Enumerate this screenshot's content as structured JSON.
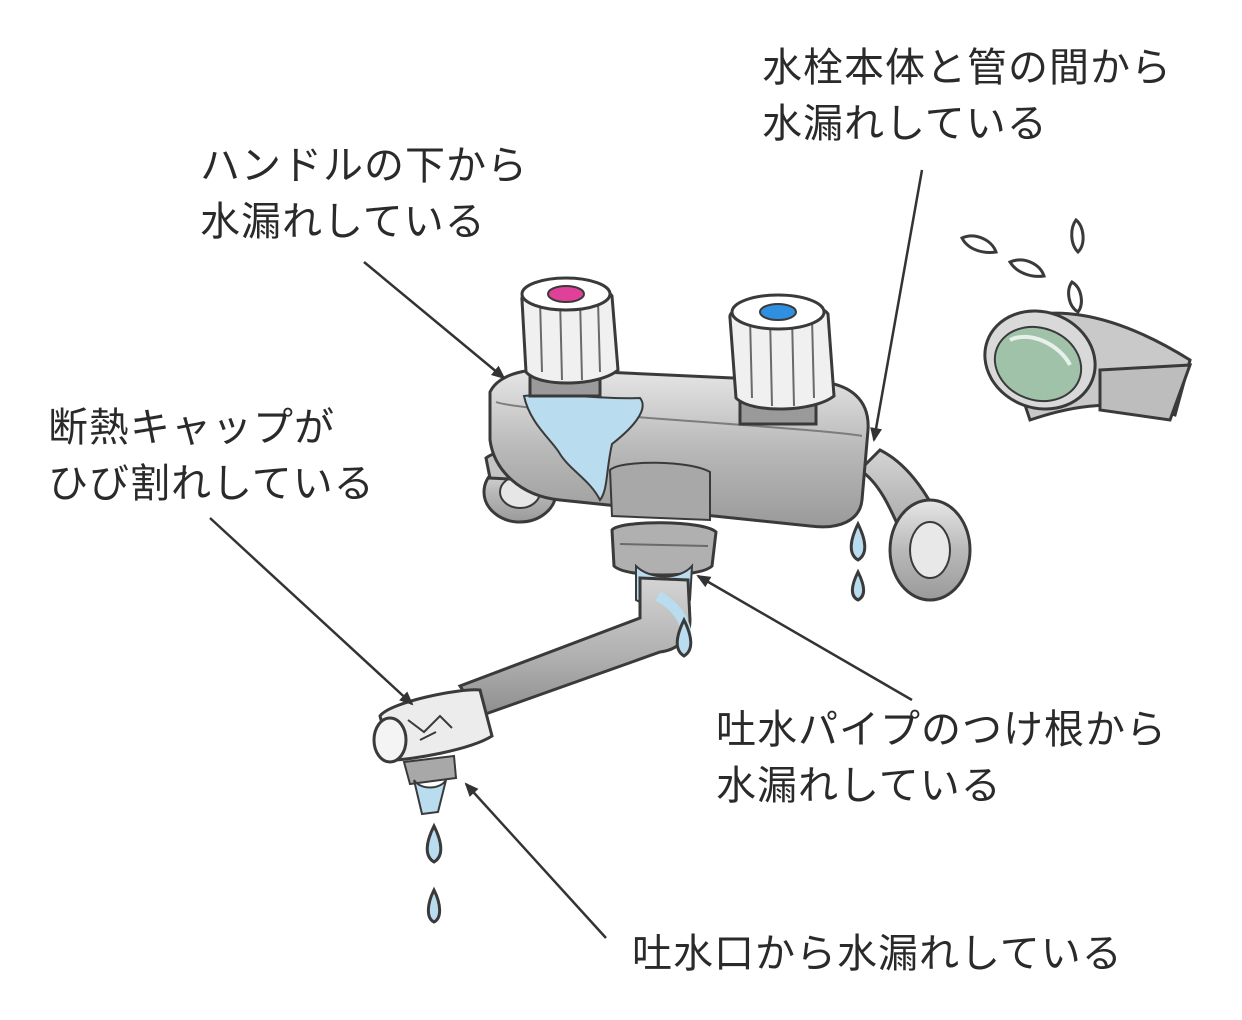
{
  "labels": {
    "body_pipe": {
      "line1": "水栓本体と管の間から",
      "line2": "水漏れしている"
    },
    "handle": {
      "line1": "ハンドルの下から",
      "line2": "水漏れしている"
    },
    "cap": {
      "line1": "断熱キャップが",
      "line2": "ひび割れしている"
    },
    "pipe_root": {
      "line1": "吐水パイプのつけ根から",
      "line2": "水漏れしている"
    },
    "spout": {
      "line1": "吐水口から水漏れしている"
    }
  },
  "colors": {
    "metal": "#b8b8b8",
    "metal_dark": "#8a8a8a",
    "metal_light": "#e2e2e2",
    "water": "#b9dcef",
    "hot": "#e0409a",
    "cold": "#2f8fe0",
    "outline": "#3a3a3a",
    "shower_face": "#9fc2a8"
  },
  "icons": {
    "hot_indicator": "hot-indicator-icon",
    "cold_indicator": "cold-indicator-icon",
    "shower_head": "shower-head-icon",
    "water_drop": "water-drop-icon"
  }
}
